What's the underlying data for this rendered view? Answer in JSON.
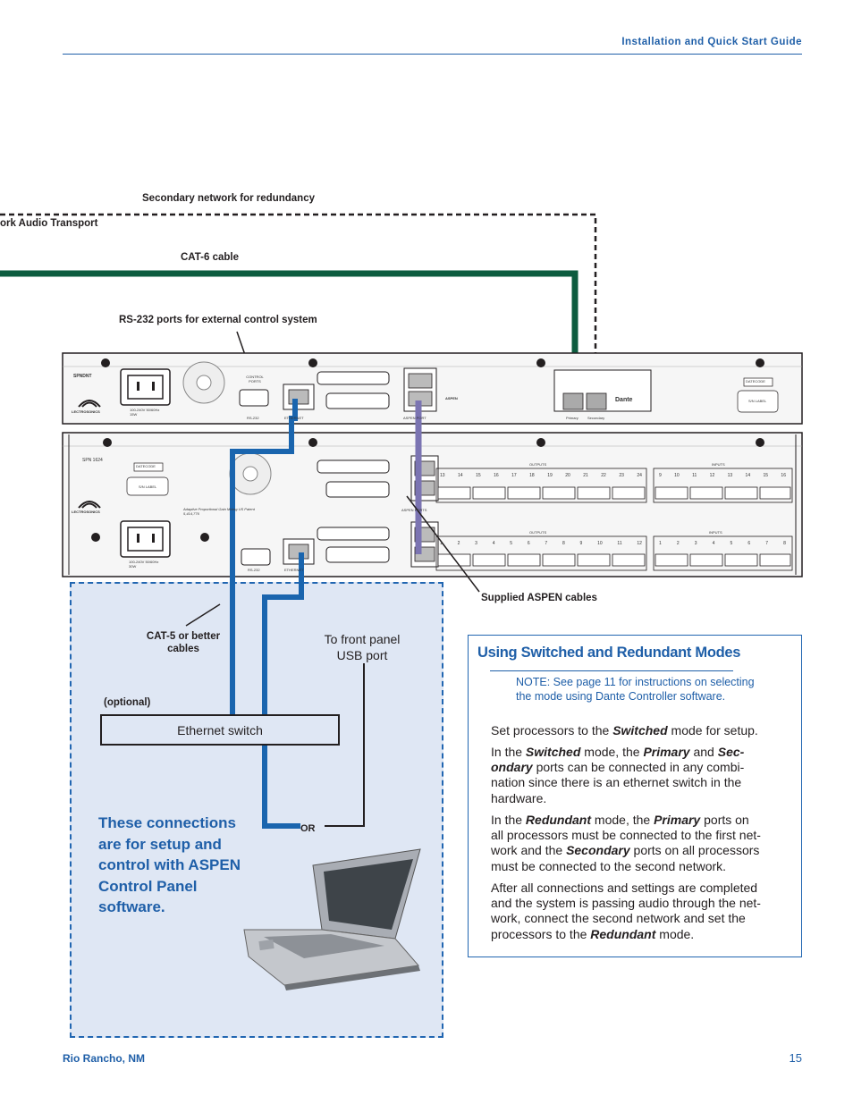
{
  "header": {
    "title": "Installation and Quick Start Guide"
  },
  "diagram": {
    "secondary_network_label": "Secondary network for redundancy",
    "network_audio_label": "ork Audio Transport",
    "cat6_label": "CAT-6 cable",
    "rs232_label": "RS-232 ports for external control system",
    "aspen_cables_label": "Supplied ASPEN cables",
    "cat5_label": "CAT-5 or better cables",
    "optional_label": "(optional)",
    "ethernet_switch": "Ethernet switch",
    "usb_label": "To front panel USB port",
    "or_label": "OR",
    "connections_note": "These connections are for setup and control with ASPEN Control Panel software.",
    "device_top": {
      "model": "SPNDNT",
      "brand": "LECTROSONICS",
      "power": "100-240V 50/60Hz 15W",
      "control_ports": "CONTROL PORTS",
      "rs232": "RS-232",
      "ethernet": "ETHERNET",
      "aspen_port": "ASPEN PORT",
      "aspen_logo": "ASPEN",
      "primary": "Primary",
      "secondary": "Secondary",
      "dante": "Dante",
      "datecode": "DATECODE",
      "sn_label": "S/N LABEL"
    },
    "device_bottom": {
      "model": "SPN 1624",
      "brand": "LECTROSONICS",
      "power": "100-240V 50/60Hz 30W",
      "patent": "Adaptive Proportional Gain Mixing US Patent 5,414,776",
      "rs232": "RS-232",
      "ethernet": "ETHERNET",
      "aspen_ports": "ASPEN PORTS",
      "outputs": "OUTPUTS",
      "inputs": "INPUTS",
      "datecode": "DATECODE",
      "sn_label": "S/N LABEL",
      "outputs_top_channels": [
        "13",
        "14",
        "15",
        "16",
        "17",
        "18",
        "19",
        "20",
        "21",
        "22",
        "23",
        "24"
      ],
      "inputs_top_channels": [
        "9",
        "10",
        "11",
        "12",
        "13",
        "14",
        "15",
        "16"
      ],
      "outputs_bottom_channels": [
        "1",
        "2",
        "3",
        "4",
        "5",
        "6",
        "7",
        "8",
        "9",
        "10",
        "11",
        "12"
      ],
      "inputs_bottom_channels": [
        "1",
        "2",
        "3",
        "4",
        "5",
        "6",
        "7",
        "8"
      ]
    }
  },
  "sidebar_box": {
    "title": "Using Switched and Redundant Modes",
    "note": "NOTE:  See page 11 for instructions on selecting the mode using Dante Controller software.",
    "para1": "Set processors to the Switched mode for setup.",
    "para2": "In the Switched mode, the Primary and Secondary ports can be connected in any combination since there is an ethernet switch in the hardware.",
    "para3": "In the Redundant mode, the Primary ports on all processors must be connected to the first network and the Secondary ports on all processors must be connected to the second network.",
    "para4": "After all connections and settings are completed and the system is passing audio through the network, connect the second network and set the processors to the Redundant mode."
  },
  "footer": {
    "location": "Rio Rancho, NM",
    "page": "15"
  }
}
